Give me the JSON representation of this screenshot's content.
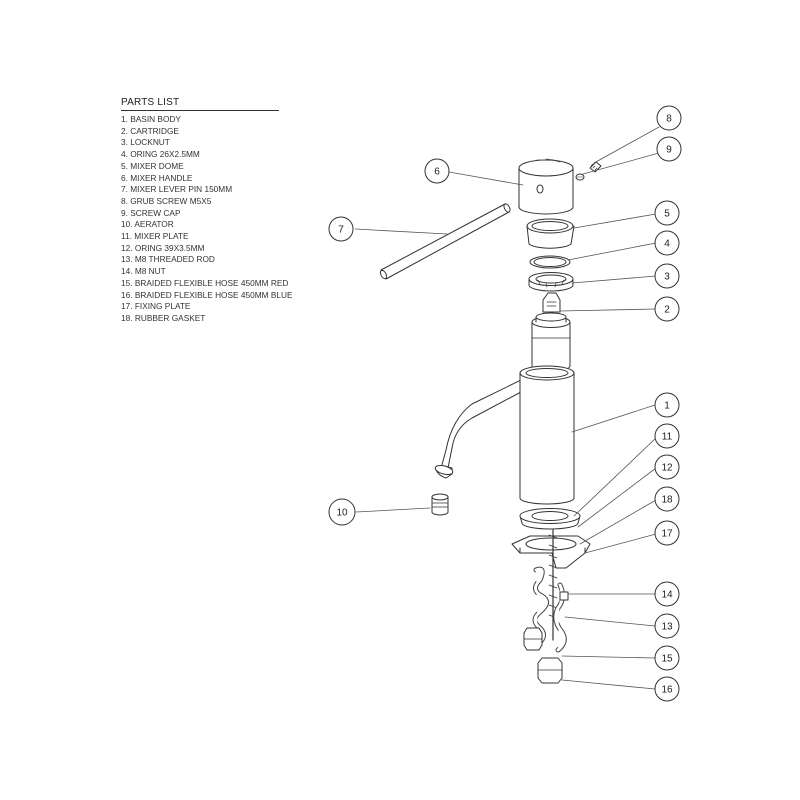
{
  "parts_list": {
    "title": "PARTS LIST",
    "items": [
      "1. BASIN BODY",
      "2. CARTRIDGE",
      "3. LOCKNUT",
      "4. ORING 26X2.5MM",
      "5. MIXER DOME",
      "6. MIXER HANDLE",
      "7. MIXER LEVER PIN 150MM",
      "8. GRUB SCREW M5X5",
      "9. SCREW CAP",
      "10. AERATOR",
      "11. MIXER PLATE",
      "12. ORING 39X3.5MM",
      "13. M8 THREADED ROD",
      "14. M8 NUT",
      "15. BRAIDED FLEXIBLE HOSE 450MM RED",
      "16. BRAIDED FLEXIBLE HOSE 450MM BLUE",
      "17. FIXING PLATE",
      "18. RUBBER GASKET"
    ]
  },
  "callouts": {
    "c1": "1",
    "c2": "2",
    "c3": "3",
    "c4": "4",
    "c5": "5",
    "c6": "6",
    "c7": "7",
    "c8": "8",
    "c9": "9",
    "c10": "10",
    "c11": "11",
    "c12": "12",
    "c13": "13",
    "c14": "14",
    "c15": "15",
    "c16": "16",
    "c17": "17",
    "c18": "18"
  }
}
